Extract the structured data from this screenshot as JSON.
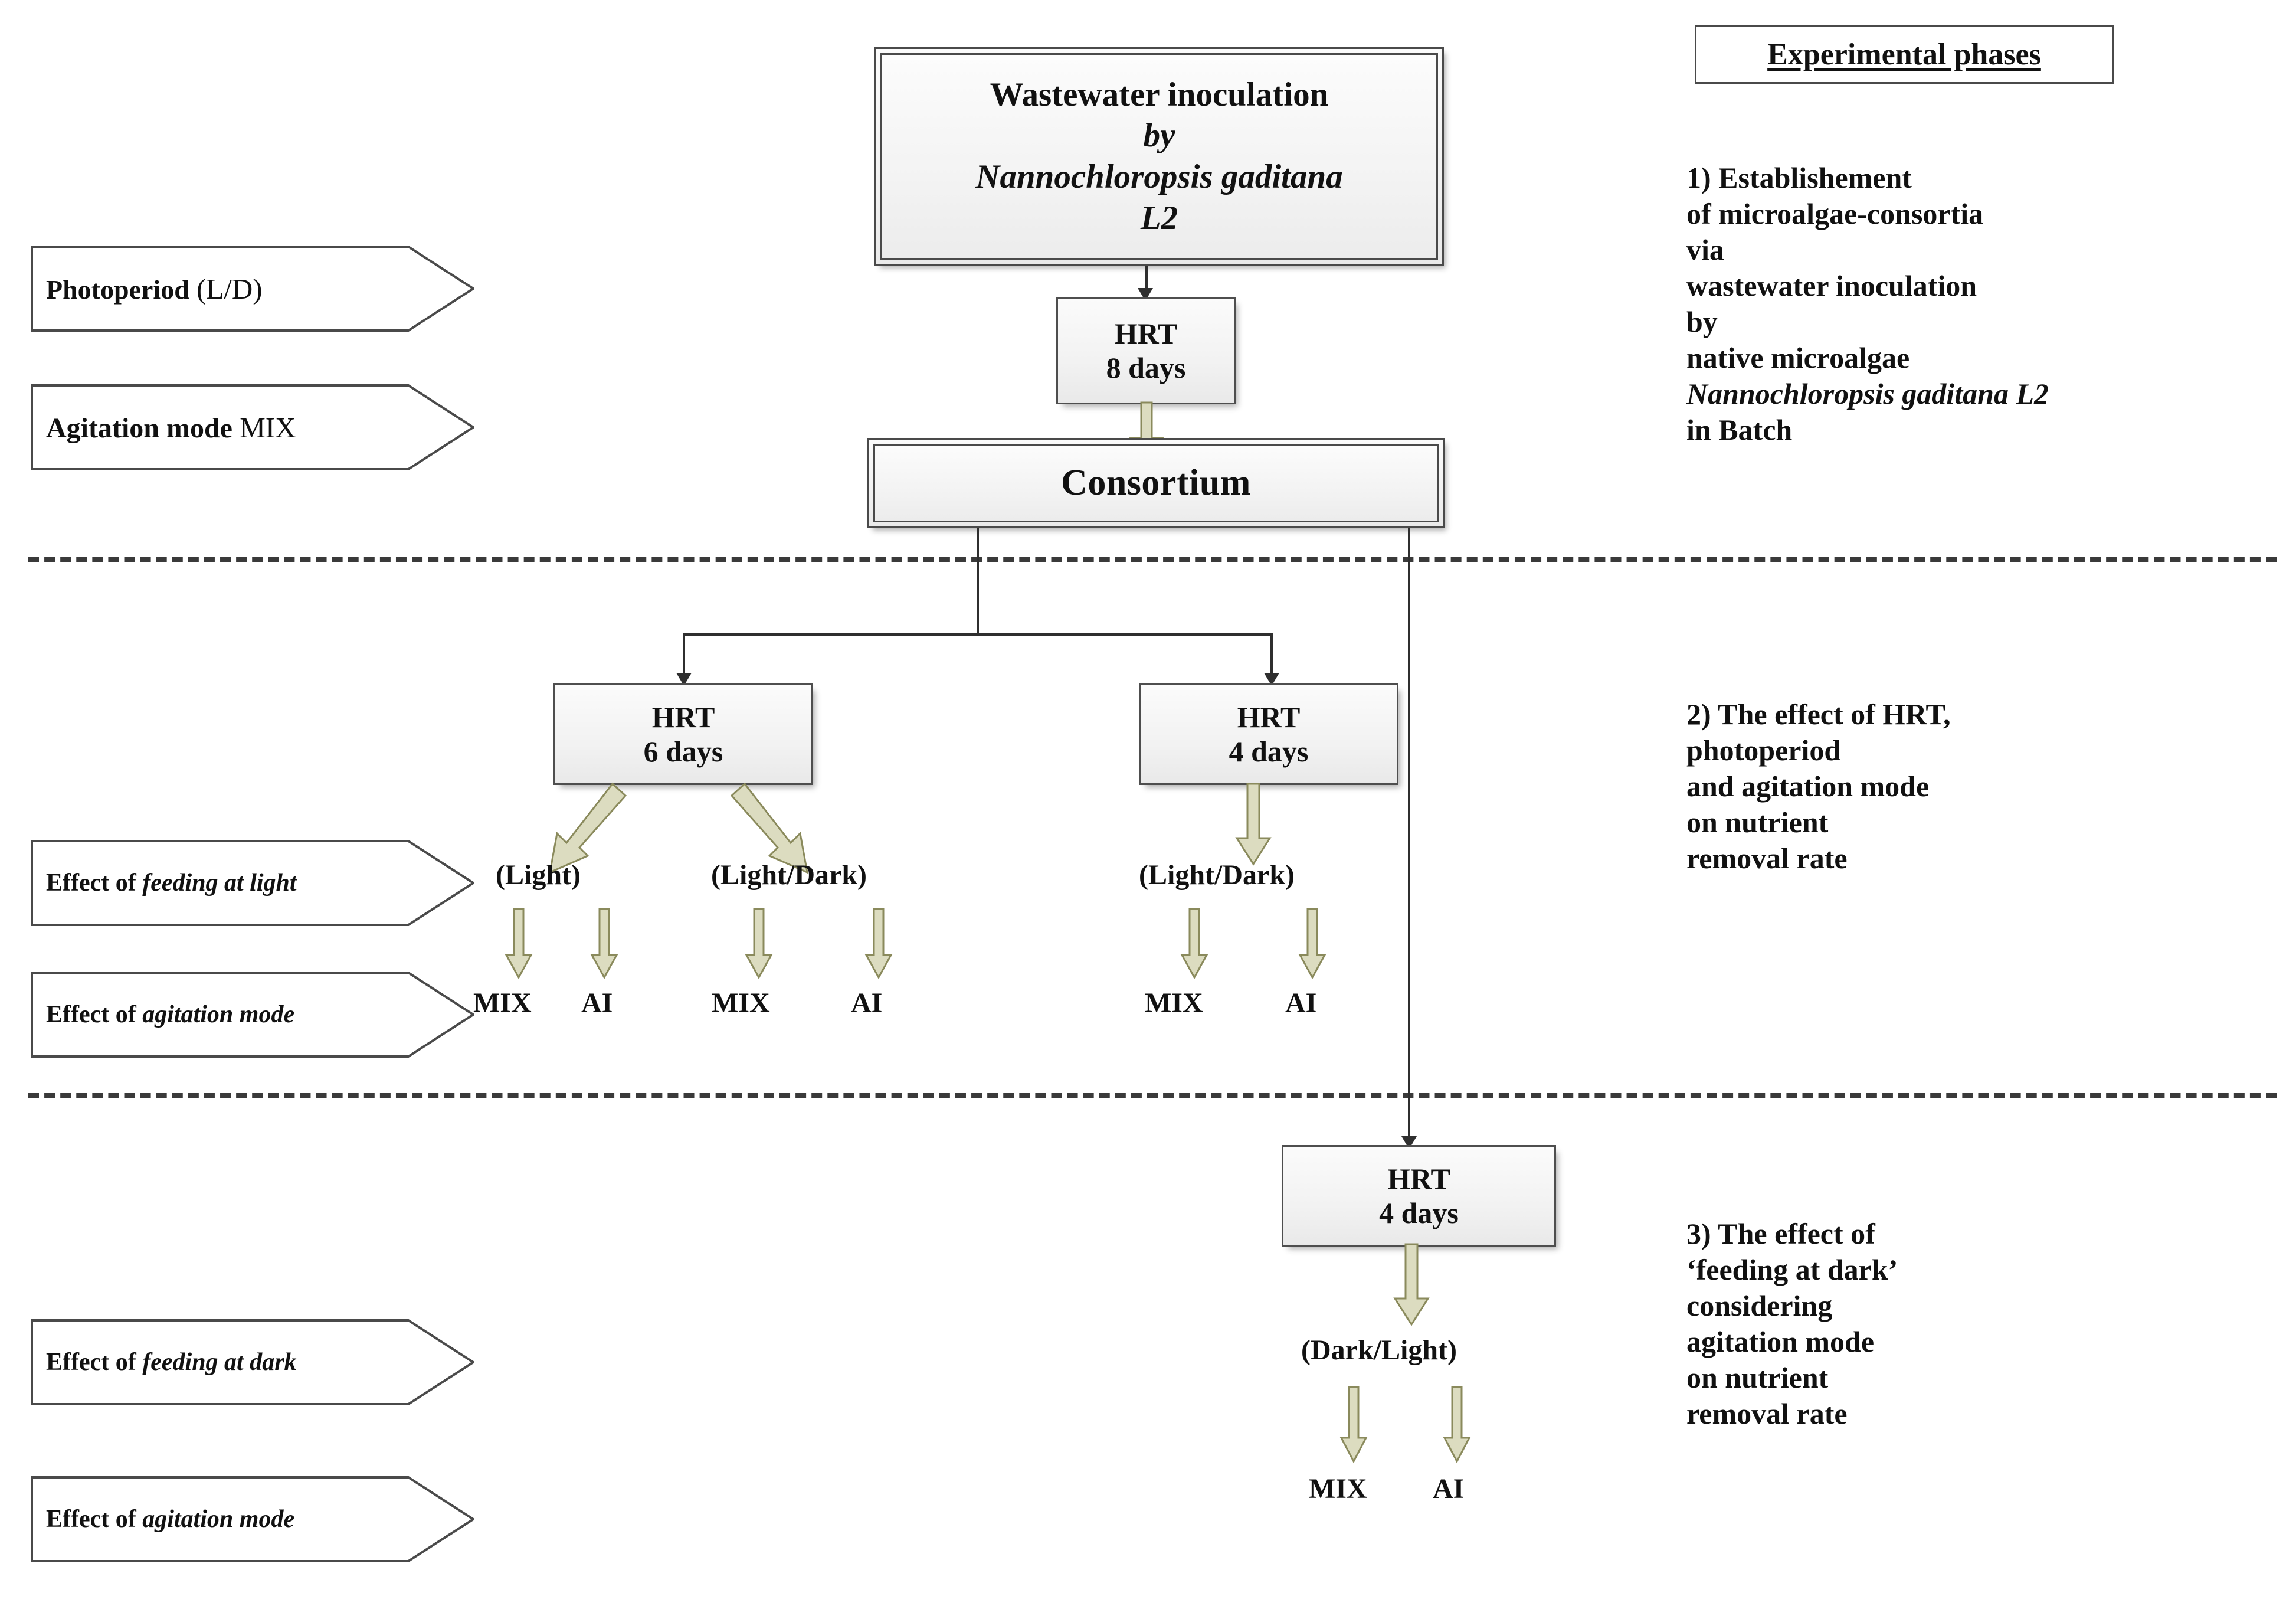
{
  "diagram": {
    "title_box": {
      "line1": "Wastewater inoculation",
      "line2": "by",
      "line3": "Nannochloropsis gaditana",
      "line4": "L2"
    },
    "hrt_top": {
      "label": "HRT",
      "value": "8 days"
    },
    "consortium": {
      "label": "Consortium"
    },
    "branch_left": {
      "label": "HRT",
      "value": "6 days"
    },
    "branch_right": {
      "label": "HRT",
      "value": "4 days"
    },
    "phase3_hrt": {
      "label": "HRT",
      "value": "4 days"
    },
    "photoperiod_labels": {
      "left_light": "(Light)",
      "left_lightdark": "(Light/Dark)",
      "right_lightdark": "(Light/Dark)",
      "phase3_darklight": "(Dark/Light)"
    },
    "agitation_leaves": {
      "g1_mix": "MIX",
      "g1_ai": "AI",
      "g2_mix": "MIX",
      "g2_ai": "AI",
      "g3_mix": "MIX",
      "g3_ai": "AI",
      "g4_mix": "MIX",
      "g4_ai": "AI"
    },
    "left_callouts": {
      "photoperiod_bold": "Photoperiod",
      "photoperiod_rest": "(L/D)",
      "agitation_bold": "Agitation mode",
      "agitation_rest": "MIX",
      "effect_of": "Effect of",
      "feeding_at_light": "feeding at light",
      "agitation_mode_2": "agitation mode",
      "feeding_at_dark": "feeding at dark",
      "agitation_mode_3": "agitation mode"
    },
    "right_panel": {
      "header": "Experimental phases",
      "phase1_pre": "1) Establishement\nof microalgae-consortia\n via\n wastewater inoculation\n by\n native microalgae\n",
      "phase1_italic": "Nannochloropsis gaditana L2",
      "phase1_post": "\nin Batch",
      "phase2": "2) The effect of HRT,\nphotoperiod\nand agitation mode\non nutrient\nremoval rate",
      "phase3": "3) The effect of\n‘feeding at dark’\nconsidering\nagitation mode\non nutrient\nremoval rate"
    }
  },
  "colors": {
    "arrow_fill": "#dcdcc0",
    "arrow_stroke": "#8a8a5c",
    "box_border": "#4a4a4a",
    "divider": "#3a3a3a",
    "text": "#111111"
  }
}
